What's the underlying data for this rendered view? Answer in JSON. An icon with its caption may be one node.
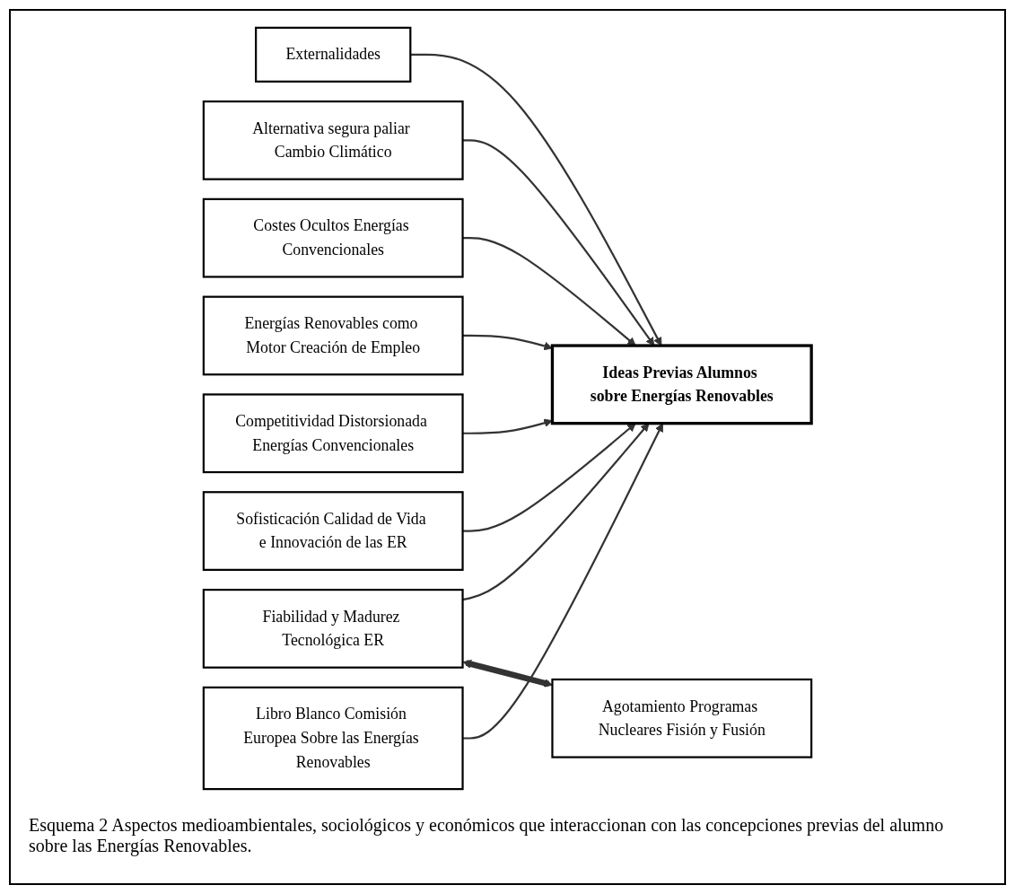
{
  "diagram": {
    "caption": "Esquema 2 Aspectos medioambientales, sociológicos y económicos que interaccionan con las concepciones previas del alumno sobre las Energías Renovables.",
    "nodes": [
      {
        "text": [
          "Externalidades"
        ]
      },
      {
        "text": [
          "Alternativa segura paliar Cambio Climático"
        ]
      },
      {
        "text": [
          "Costes Ocultos Energías Convencionales"
        ]
      },
      {
        "text": [
          "Competitividad Distorsionada Energías Convencionales"
        ]
      },
      {
        "text": [
          "Energías Renovables como Motor Creación de Empleo"
        ]
      },
      {
        "text": [
          "Ideas Previas Alumnos sobre Energías Renovables"
        ]
      },
      {
        "text": [
          "Fiabilidad y Madurez Tecnológica ER"
        ]
      },
      {
        "text": [
          "Sofisticación Calidad de Vida e Innovación de las ER"
        ]
      },
      {
        "text": [
          "Libro Blanco Comisión Europea Sobre las Energías Renovables"
        ]
      },
      {
        "text": [
          "Agotamiento Programas Nucleares Fisión y Fusión"
        ]
      }
    ],
    "edges": [
      {
        "from": 0,
        "to": 5,
        "arrow": "to"
      },
      {
        "from": 1,
        "to": 5,
        "arrow": "to"
      },
      {
        "from": 2,
        "to": 5,
        "arrow": "to"
      },
      {
        "from": 4,
        "to": 5,
        "arrow": "to"
      },
      {
        "from": 3,
        "to": 5,
        "arrow": "to"
      },
      {
        "from": 6,
        "to": 5,
        "arrow": "to"
      },
      {
        "from": 7,
        "to": 5,
        "arrow": "to"
      },
      {
        "from": 8,
        "to": 5,
        "arrow": "to"
      },
      {
        "from": 6,
        "to": 9,
        "arrow": "both",
        "style": "thick"
      }
    ]
  }
}
